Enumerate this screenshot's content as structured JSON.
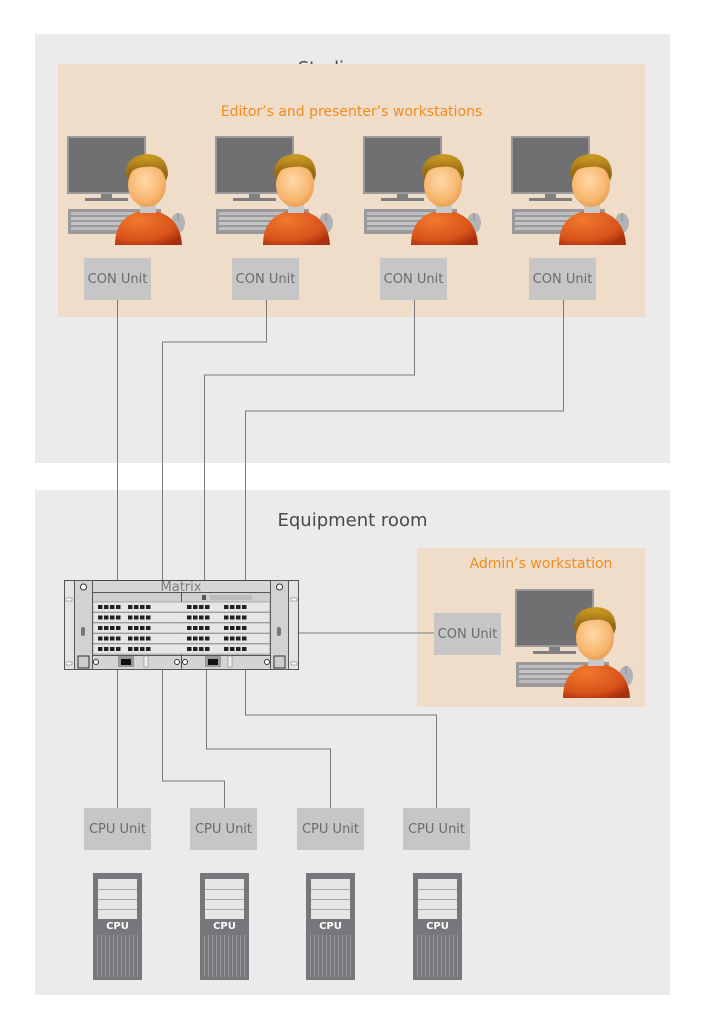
{
  "studio_room": {
    "title": "Studio room",
    "zone_title": "Editor’s and presenter’s workstations",
    "workstations": [
      {
        "icon": "workstation-user-icon",
        "unit_label": "CON Unit"
      },
      {
        "icon": "workstation-user-icon",
        "unit_label": "CON Unit"
      },
      {
        "icon": "workstation-user-icon",
        "unit_label": "CON Unit"
      },
      {
        "icon": "workstation-user-icon",
        "unit_label": "CON Unit"
      }
    ]
  },
  "equipment_room": {
    "title": "Equipment room",
    "matrix": {
      "label": "Matrix",
      "icon": "kvm-matrix-switch-icon"
    },
    "admin": {
      "zone_title": "Admin’s workstation",
      "unit_label": "CON Unit",
      "icon": "workstation-user-icon"
    },
    "cpu_units": [
      {
        "unit_label": "CPU Unit",
        "tower_label": "CPU"
      },
      {
        "unit_label": "CPU Unit",
        "tower_label": "CPU"
      },
      {
        "unit_label": "CPU Unit",
        "tower_label": "CPU"
      },
      {
        "unit_label": "CPU Unit",
        "tower_label": "CPU"
      }
    ]
  },
  "colors": {
    "room_bg": "#ebebeb",
    "zone_bg": "#efdcc9",
    "zone_title": "#f08c1e",
    "unit_bg": "#c6c6c6",
    "wire": "#7a7a7a"
  }
}
